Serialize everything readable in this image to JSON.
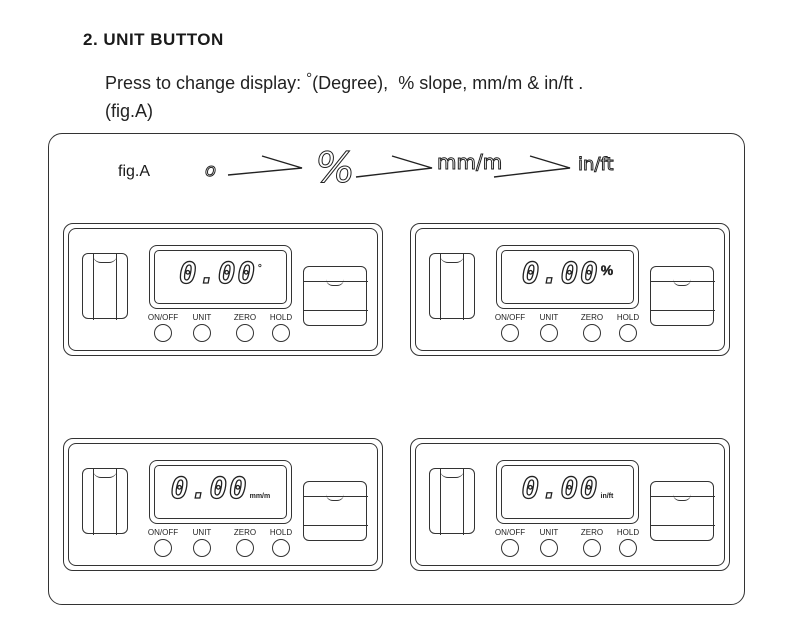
{
  "heading": "2. UNIT BUTTON",
  "description": {
    "prefix": "Press to change display:",
    "degree_symbol": "°",
    "degree_text": "(Degree),",
    "rest": "% slope,  mm/m & in/ft .",
    "line2": "(fig.A)"
  },
  "figure": {
    "label": "fig.A",
    "sequence": [
      "o",
      "%",
      "mm/m",
      "in/ft"
    ]
  },
  "devices": [
    {
      "reading": "0.00",
      "unit": "°",
      "unit_style": "top"
    },
    {
      "reading": "0.00",
      "unit": "%",
      "unit_style": "pct"
    },
    {
      "reading": "0.00",
      "unit": "mm/m",
      "unit_style": "low"
    },
    {
      "reading": "0.00",
      "unit": "in/ft",
      "unit_style": "low"
    }
  ],
  "buttons": {
    "onoff": "ON/OFF",
    "unit": "UNIT",
    "zero": "ZERO",
    "hold": "HOLD"
  }
}
